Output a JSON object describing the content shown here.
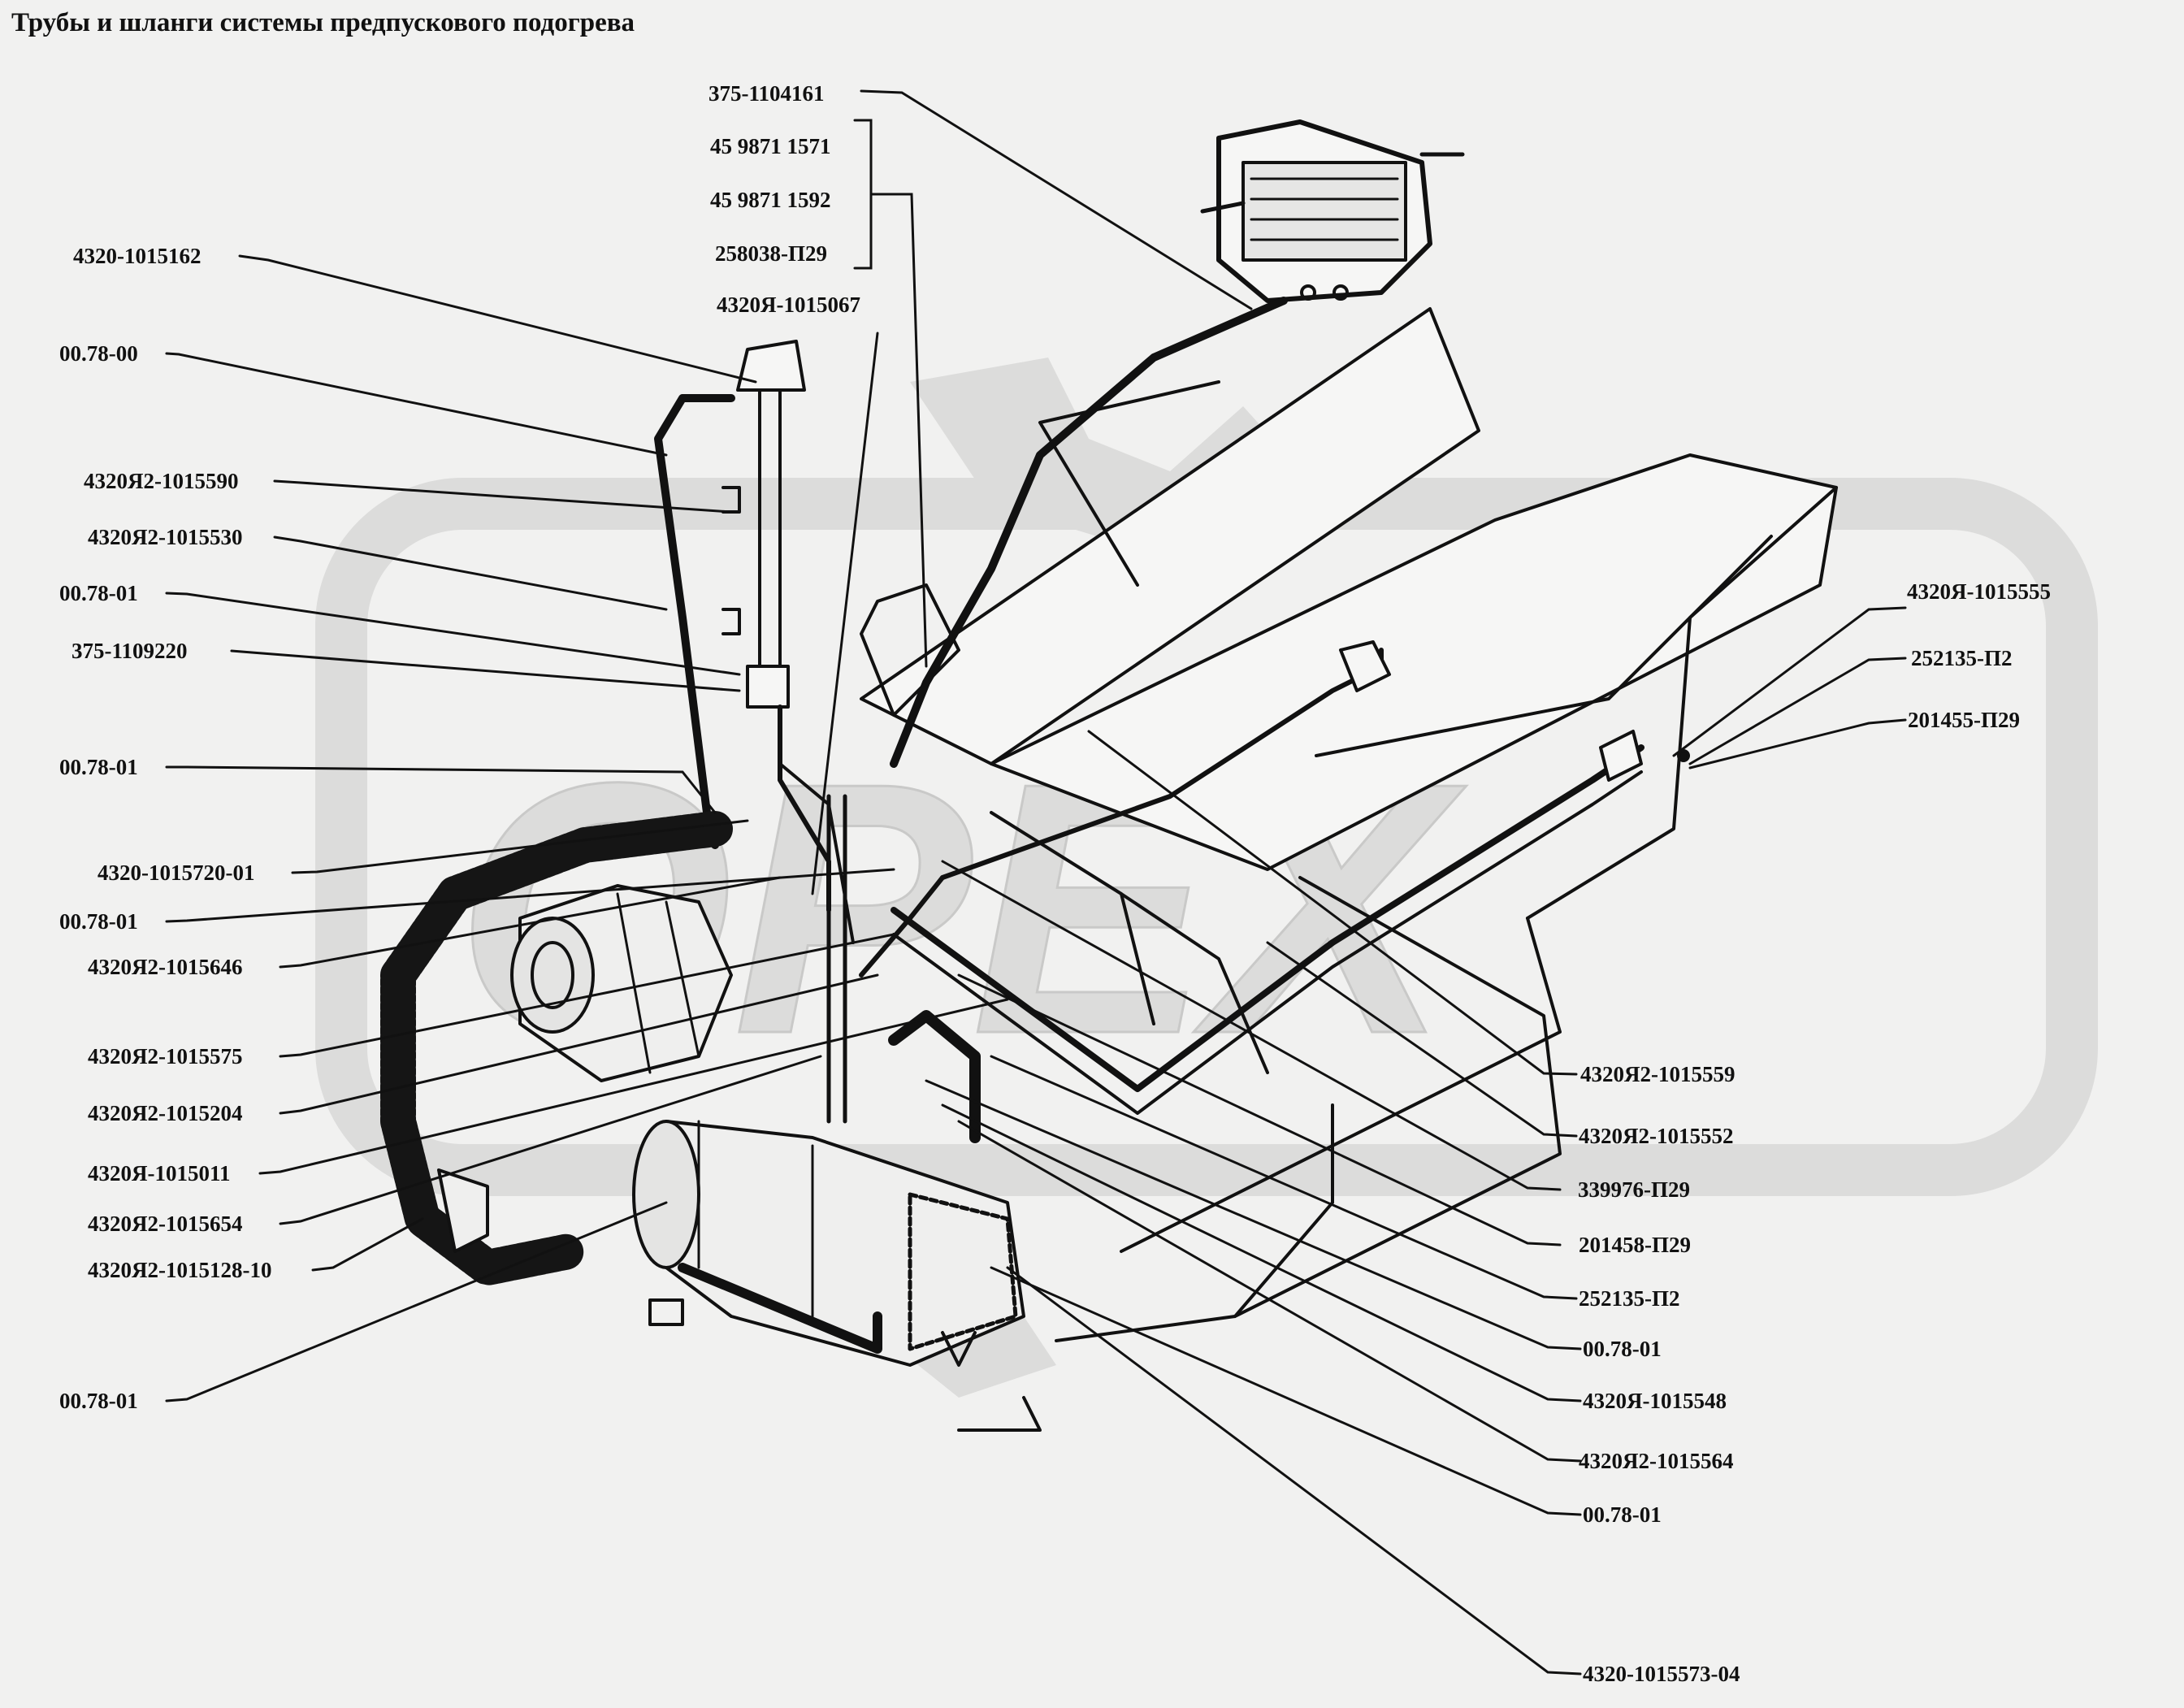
{
  "title": "Трубы и шланги системы предпускового подогрева",
  "watermark": "ОРЕХ",
  "colors": {
    "background": "#f1f1f0",
    "ink": "#111111",
    "watermark": "#dcdcdb"
  },
  "callouts": [
    {
      "id": "c1",
      "text": "375-1104161"
    },
    {
      "id": "c2",
      "text": "45 9871 1571"
    },
    {
      "id": "c3",
      "text": "45 9871 1592"
    },
    {
      "id": "c4",
      "text": "258038-П29"
    },
    {
      "id": "c5",
      "text": "4320Я-1015067"
    },
    {
      "id": "c6",
      "text": "4320-1015162"
    },
    {
      "id": "c7",
      "text": "00.78-00"
    },
    {
      "id": "c8",
      "text": "4320Я2-1015590"
    },
    {
      "id": "c9",
      "text": "4320Я2-1015530"
    },
    {
      "id": "c10",
      "text": "00.78-01"
    },
    {
      "id": "c11",
      "text": "375-1109220"
    },
    {
      "id": "c12",
      "text": "00.78-01"
    },
    {
      "id": "c13",
      "text": "4320-1015720-01"
    },
    {
      "id": "c14",
      "text": "00.78-01"
    },
    {
      "id": "c15",
      "text": "4320Я2-1015646"
    },
    {
      "id": "c16",
      "text": "4320Я2-1015575"
    },
    {
      "id": "c17",
      "text": "4320Я2-1015204"
    },
    {
      "id": "c18",
      "text": "4320Я-1015011"
    },
    {
      "id": "c19",
      "text": "4320Я2-1015654"
    },
    {
      "id": "c20",
      "text": "4320Я2-1015128-10"
    },
    {
      "id": "c21",
      "text": "00.78-01"
    },
    {
      "id": "c22",
      "text": "4320Я-1015555"
    },
    {
      "id": "c23",
      "text": "252135-П2"
    },
    {
      "id": "c24",
      "text": "201455-П29"
    },
    {
      "id": "c25",
      "text": "4320Я2-1015559"
    },
    {
      "id": "c26",
      "text": "4320Я2-1015552"
    },
    {
      "id": "c27",
      "text": "339976-П29"
    },
    {
      "id": "c28",
      "text": "201458-П29"
    },
    {
      "id": "c29",
      "text": "252135-П2"
    },
    {
      "id": "c30",
      "text": "00.78-01"
    },
    {
      "id": "c31",
      "text": "4320Я-1015548"
    },
    {
      "id": "c32",
      "text": "4320Я2-1015564"
    },
    {
      "id": "c33",
      "text": "00.78-01"
    },
    {
      "id": "c34",
      "text": "4320-1015573-04"
    }
  ]
}
